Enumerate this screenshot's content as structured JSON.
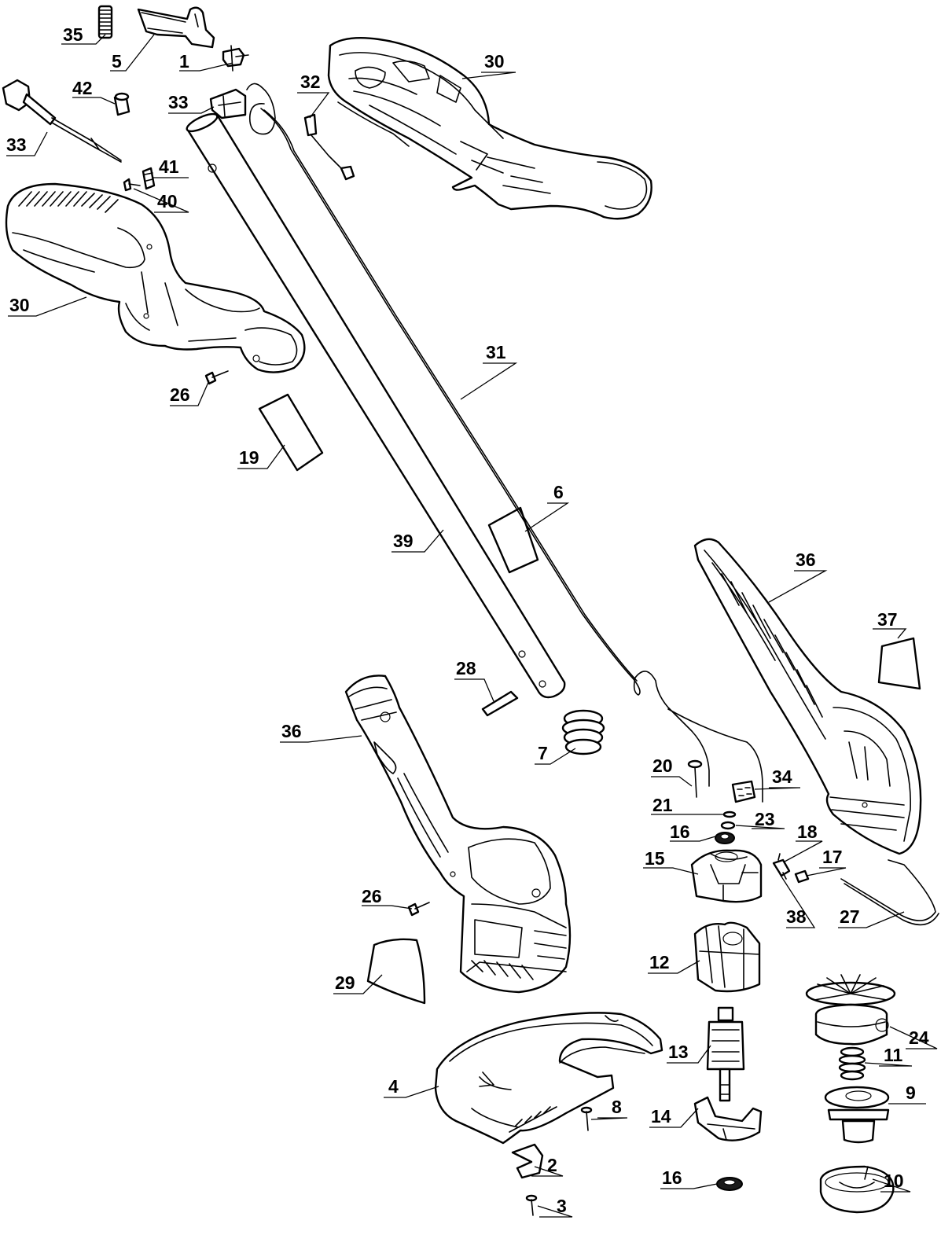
{
  "diagram": {
    "labels": [
      {
        "id": "l35",
        "text": "35"
      },
      {
        "id": "l5",
        "text": "5"
      },
      {
        "id": "l1",
        "text": "1"
      },
      {
        "id": "l42",
        "text": "42"
      },
      {
        "id": "l33a",
        "text": "33"
      },
      {
        "id": "l33b",
        "text": "33"
      },
      {
        "id": "l41",
        "text": "41"
      },
      {
        "id": "l40",
        "text": "40"
      },
      {
        "id": "l32",
        "text": "32"
      },
      {
        "id": "l30a",
        "text": "30"
      },
      {
        "id": "l30b",
        "text": "30"
      },
      {
        "id": "l26a",
        "text": "26"
      },
      {
        "id": "l19",
        "text": "19"
      },
      {
        "id": "l31",
        "text": "31"
      },
      {
        "id": "l6",
        "text": "6"
      },
      {
        "id": "l39",
        "text": "39"
      },
      {
        "id": "l36a",
        "text": "36"
      },
      {
        "id": "l37",
        "text": "37"
      },
      {
        "id": "l28",
        "text": "28"
      },
      {
        "id": "l36b",
        "text": "36"
      },
      {
        "id": "l7",
        "text": "7"
      },
      {
        "id": "l20",
        "text": "20"
      },
      {
        "id": "l34",
        "text": "34"
      },
      {
        "id": "l21",
        "text": "21"
      },
      {
        "id": "l23",
        "text": "23"
      },
      {
        "id": "l16a",
        "text": "16"
      },
      {
        "id": "l18",
        "text": "18"
      },
      {
        "id": "l15",
        "text": "15"
      },
      {
        "id": "l17",
        "text": "17"
      },
      {
        "id": "l26b",
        "text": "26"
      },
      {
        "id": "l38",
        "text": "38"
      },
      {
        "id": "l27",
        "text": "27"
      },
      {
        "id": "l12",
        "text": "12"
      },
      {
        "id": "l29",
        "text": "29"
      },
      {
        "id": "l24",
        "text": "24"
      },
      {
        "id": "l13",
        "text": "13"
      },
      {
        "id": "l11",
        "text": "11"
      },
      {
        "id": "l4",
        "text": "4"
      },
      {
        "id": "l8",
        "text": "8"
      },
      {
        "id": "l14",
        "text": "14"
      },
      {
        "id": "l9",
        "text": "9"
      },
      {
        "id": "l2",
        "text": "2"
      },
      {
        "id": "l16b",
        "text": "16"
      },
      {
        "id": "l10",
        "text": "10"
      },
      {
        "id": "l3",
        "text": "3"
      }
    ]
  }
}
